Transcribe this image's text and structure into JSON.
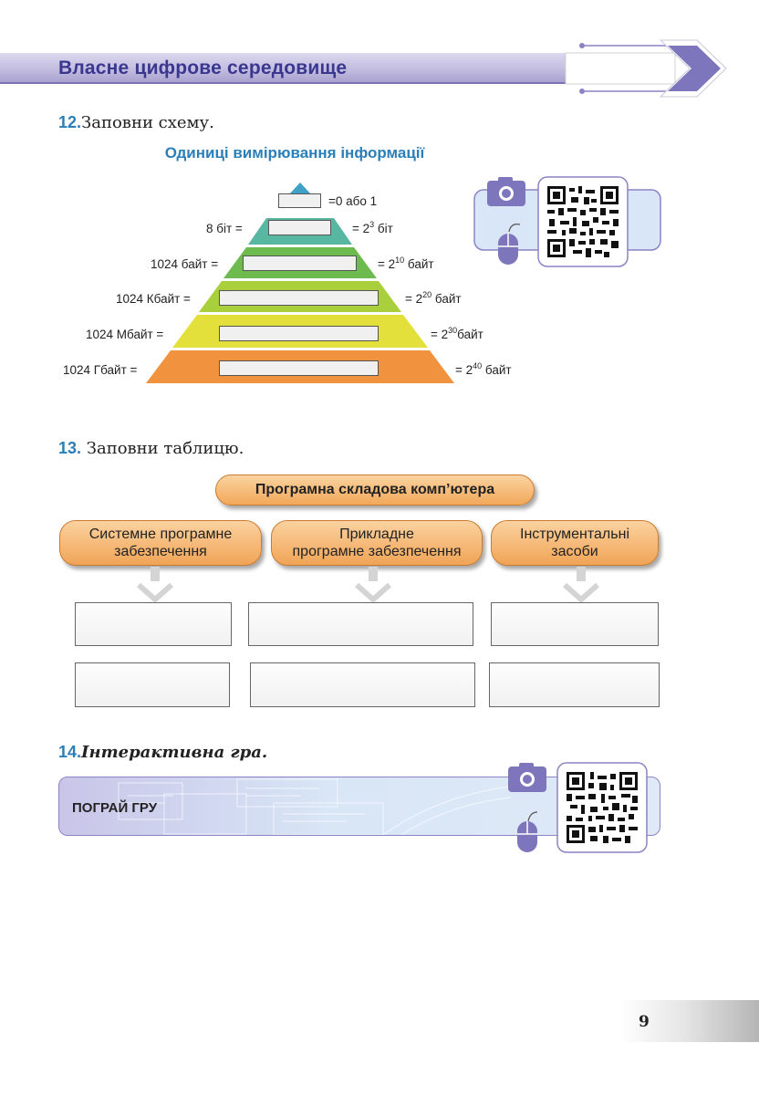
{
  "header": {
    "title": "Власне цифрове середовище"
  },
  "task12": {
    "number": "12.",
    "text": "Заповни схему.",
    "pyramid_title": "Одиниці вимірювання інформації",
    "rows": [
      {
        "left": "",
        "right": "=0 або 1"
      },
      {
        "left": "8 біт =",
        "right_pre": "= 2",
        "right_exp": "3",
        "right_post": " біт"
      },
      {
        "left": "1024 байт =",
        "right_pre": "= 2",
        "right_exp": "10",
        "right_post": " байт"
      },
      {
        "left": "1024 Кбайт =",
        "right_pre": "= 2",
        "right_exp": "20",
        "right_post": " байт"
      },
      {
        "left": "1024 Мбайт =",
        "right_pre": "= 2",
        "right_exp": "30",
        "right_post": "байт"
      },
      {
        "left": "1024 Гбайт =",
        "right_pre": "= 2",
        "right_exp": "40",
        "right_post": " байт"
      }
    ],
    "colors": [
      "#3fa0c8",
      "#58b7a0",
      "#6dbb4e",
      "#a9cf3c",
      "#e3e03c",
      "#f1933e"
    ]
  },
  "task13": {
    "number": "13.",
    "text": "Заповни таблицю.",
    "main_label": "Програмна складова комп’ютера",
    "categories": [
      {
        "line1": "Системне програмне",
        "line2": "забезпечення"
      },
      {
        "line1": "Прикладне",
        "line2": "програмне забезпечення"
      },
      {
        "line1": "Інструментальні",
        "line2": "засоби"
      }
    ]
  },
  "task14": {
    "number": "14.",
    "text": "Інтерактивна гра.",
    "banner_label": "ПОГРАЙ ГРУ"
  },
  "icons": {
    "camera": "camera-icon",
    "mouse": "mouse-icon",
    "qr": "qr-code-icon"
  },
  "page": {
    "number": "9"
  }
}
